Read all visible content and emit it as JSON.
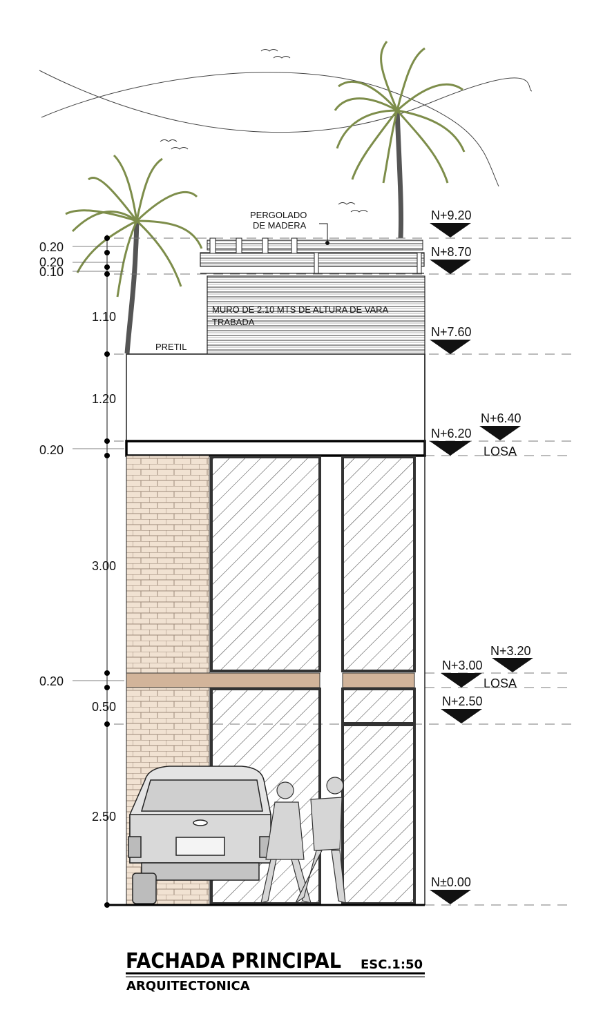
{
  "levels": [
    {
      "id": "n920",
      "label": "N+9.20"
    },
    {
      "id": "n870",
      "label": "N+8.70"
    },
    {
      "id": "n760",
      "label": "N+7.60"
    },
    {
      "id": "n640",
      "label": "N+6.40"
    },
    {
      "id": "n620",
      "label": "N+6.20"
    },
    {
      "id": "n320",
      "label": "N+3.20"
    },
    {
      "id": "n300",
      "label": "N+3.00"
    },
    {
      "id": "n250",
      "label": "N+2.50"
    },
    {
      "id": "n000",
      "label": "N±0.00"
    }
  ],
  "losa_label": "LOSA",
  "dimensions": [
    "0.20",
    "0.20",
    "0.10",
    "1.10",
    "1.20",
    "0.20",
    "3.00",
    "0.20",
    "0.50",
    "2.50"
  ],
  "notes": {
    "pergolado_line1": "PERGOLADO",
    "pergolado_line2": "DE MADERA",
    "muro_line1": "MURO DE 2.10 MTS DE ALTURA DE VARA",
    "muro_line2": "TRABADA",
    "pretil": "PRETIL"
  },
  "title": {
    "main": "FACHADA PRINCIPAL",
    "scale": "ESC.1:50",
    "subtitle": "ARQUITECTONICA"
  },
  "colors": {
    "line": "#1a1a1a",
    "brick": "#f1e2d2",
    "brick_joint": "#9a8878",
    "beam": "#d2b49a",
    "palm": "#7d8d4a",
    "dashed": "#777777"
  }
}
